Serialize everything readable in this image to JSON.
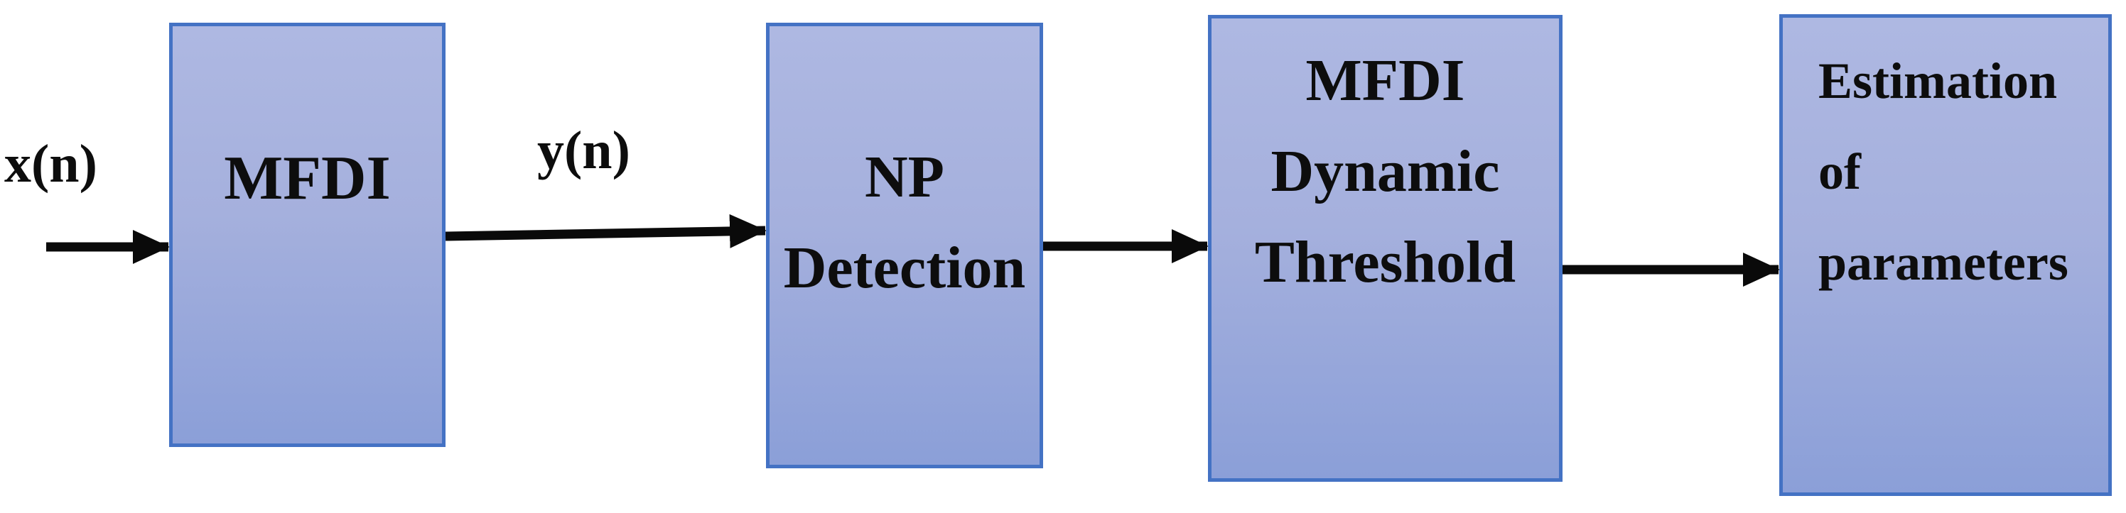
{
  "diagram": {
    "title_semantic": "MFDI signal processing pipeline block diagram",
    "colors": {
      "background": "#ffffff",
      "box_fill_top": "#aeb8e2",
      "box_fill_bottom": "#8b9fd8",
      "box_border": "#4472c4",
      "arrow": "#0a0a0a",
      "text": "#0d0d0d"
    }
  },
  "signal_labels": [
    {
      "id": "input-signal",
      "text": "x(n)"
    },
    {
      "id": "mfdi-output-signal",
      "text": "y(n)"
    }
  ],
  "boxes": [
    {
      "id": "mfdi",
      "lines": [
        "MFDI"
      ]
    },
    {
      "id": "np-detection",
      "lines": [
        "NP",
        "Detection"
      ]
    },
    {
      "id": "mfdi-dynamic-threshold",
      "lines": [
        "MFDI",
        "Dynamic",
        "Threshold"
      ]
    },
    {
      "id": "estimation-of-parameters",
      "lines": [
        "Estimation",
        "of",
        "parameters"
      ]
    }
  ],
  "connections": [
    {
      "from": "input",
      "to": "mfdi"
    },
    {
      "from": "mfdi",
      "to": "np-detection",
      "label": "y(n)"
    },
    {
      "from": "np-detection",
      "to": "mfdi-dynamic-threshold"
    },
    {
      "from": "mfdi-dynamic-threshold",
      "to": "estimation-of-parameters"
    }
  ]
}
